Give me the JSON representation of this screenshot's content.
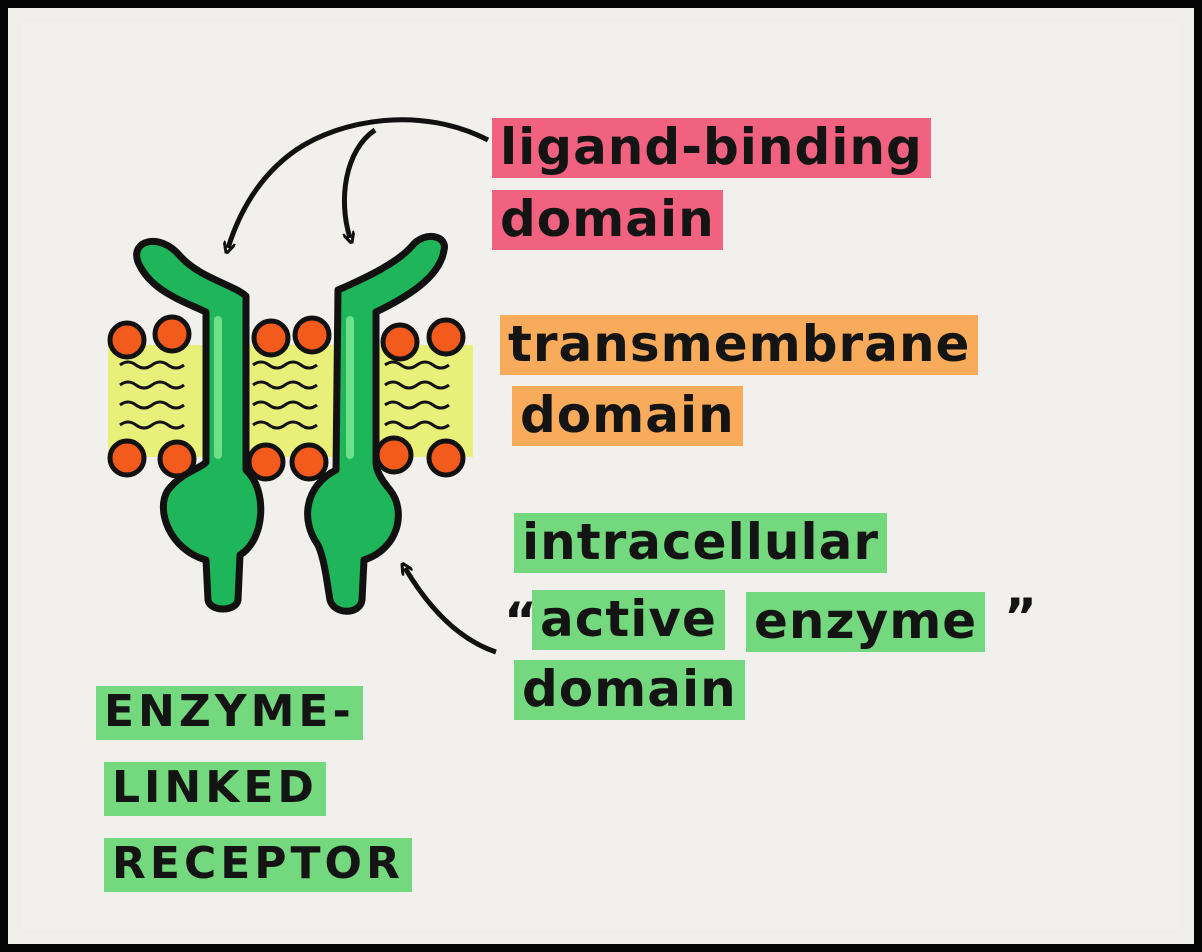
{
  "labels": {
    "ligand_line1": "ligand-binding",
    "ligand_line2": "domain",
    "trans_line1": "transmembrane",
    "trans_line2": "domain",
    "intra_line1": "intracellular",
    "intra_quote_open": "“",
    "intra_line2a": "active",
    "intra_line2b": "enzyme",
    "intra_quote_close": "”",
    "intra_line3": "domain",
    "title_line1": "ENZYME-",
    "title_line2": "LINKED",
    "title_line3": "RECEPTOR"
  },
  "colors": {
    "ligand_highlight": "#f0627f",
    "transmembrane_highlight": "#f8ab5a",
    "intracellular_highlight": "#74d97e",
    "receptor_green": "#1fb55a",
    "lipid_head": "#f25b1c",
    "lipid_tail_fill": "#e8f07a"
  }
}
